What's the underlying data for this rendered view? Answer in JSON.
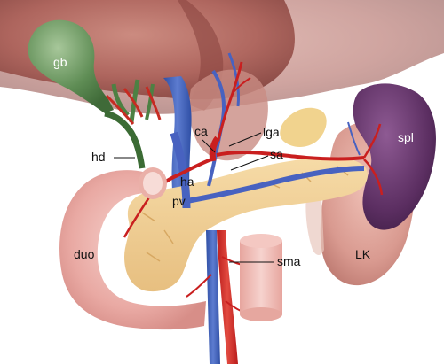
{
  "labels": {
    "gb": "gb",
    "hd": "hd",
    "ca": "ca",
    "lga": "lga",
    "sa": "sa",
    "ha": "ha",
    "pv": "pv",
    "spl": "spl",
    "duo": "duo",
    "sma": "sma",
    "lk": "LK"
  }
}
